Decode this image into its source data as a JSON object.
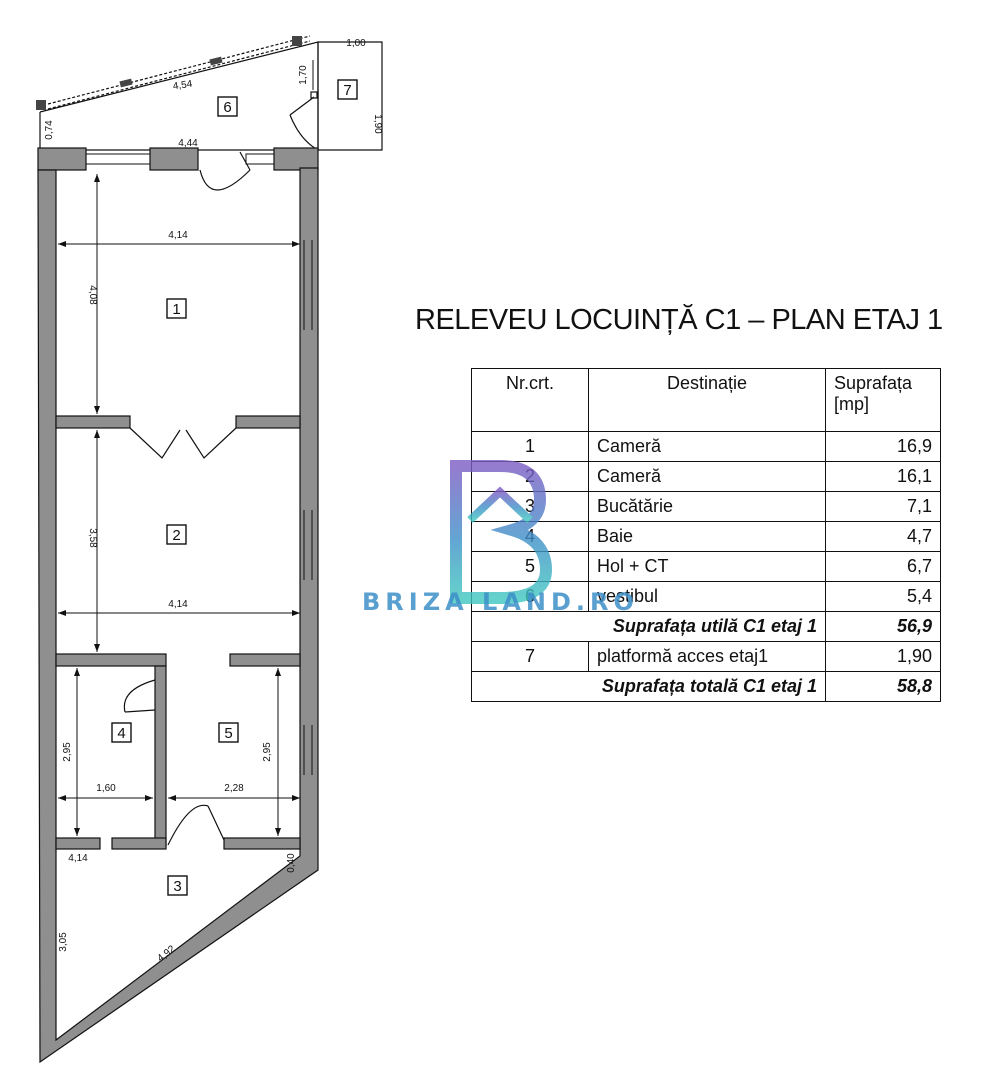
{
  "title": "RELEVEU LOCUINȚĂ C1 – PLAN ETAJ 1",
  "table": {
    "headers": {
      "nr": "Nr.crt.",
      "dest": "Destinație",
      "supr": "Suprafața\n[mp]"
    },
    "rows": [
      {
        "nr": "1",
        "dest": "Cameră",
        "supr": "16,9"
      },
      {
        "nr": "2",
        "dest": "Cameră",
        "supr": "16,1"
      },
      {
        "nr": "3",
        "dest": "Bucătărie",
        "supr": "7,1"
      },
      {
        "nr": "4",
        "dest": "Baie",
        "supr": "4,7"
      },
      {
        "nr": "5",
        "dest": "Hol + CT",
        "supr": "6,7"
      },
      {
        "nr": "6",
        "dest": "vestibul",
        "supr": "5,4"
      }
    ],
    "subtotal": {
      "label": "Suprafața utilă C1 etaj 1",
      "value": "56,9"
    },
    "extra": {
      "nr": "7",
      "dest": "platformă acces etaj1",
      "supr": "1,90"
    },
    "total": {
      "label": "Suprafața totală C1 etaj 1",
      "value": "58,8"
    }
  },
  "rooms": [
    "1",
    "2",
    "3",
    "4",
    "5",
    "6",
    "7"
  ],
  "dimensions": {
    "d_454": "4,54",
    "d_444": "4,44",
    "d_074": "0,74",
    "d_170": "1,70",
    "d_100": "1,00",
    "d_190": "1,90",
    "d_414a": "4,14",
    "d_408": "4,08",
    "d_358": "3,58",
    "d_414b": "4,14",
    "d_295a": "2,95",
    "d_295b": "2,95",
    "d_160": "1,60",
    "d_228": "2,28",
    "d_414c": "4,14",
    "d_040": "0,40",
    "d_305": "3,05",
    "d_492": "4,92"
  },
  "watermark": {
    "text": "BRIZA LAND.RO",
    "colors": [
      "#7b5cc4",
      "#3d8fc8",
      "#3fc6c0"
    ]
  }
}
